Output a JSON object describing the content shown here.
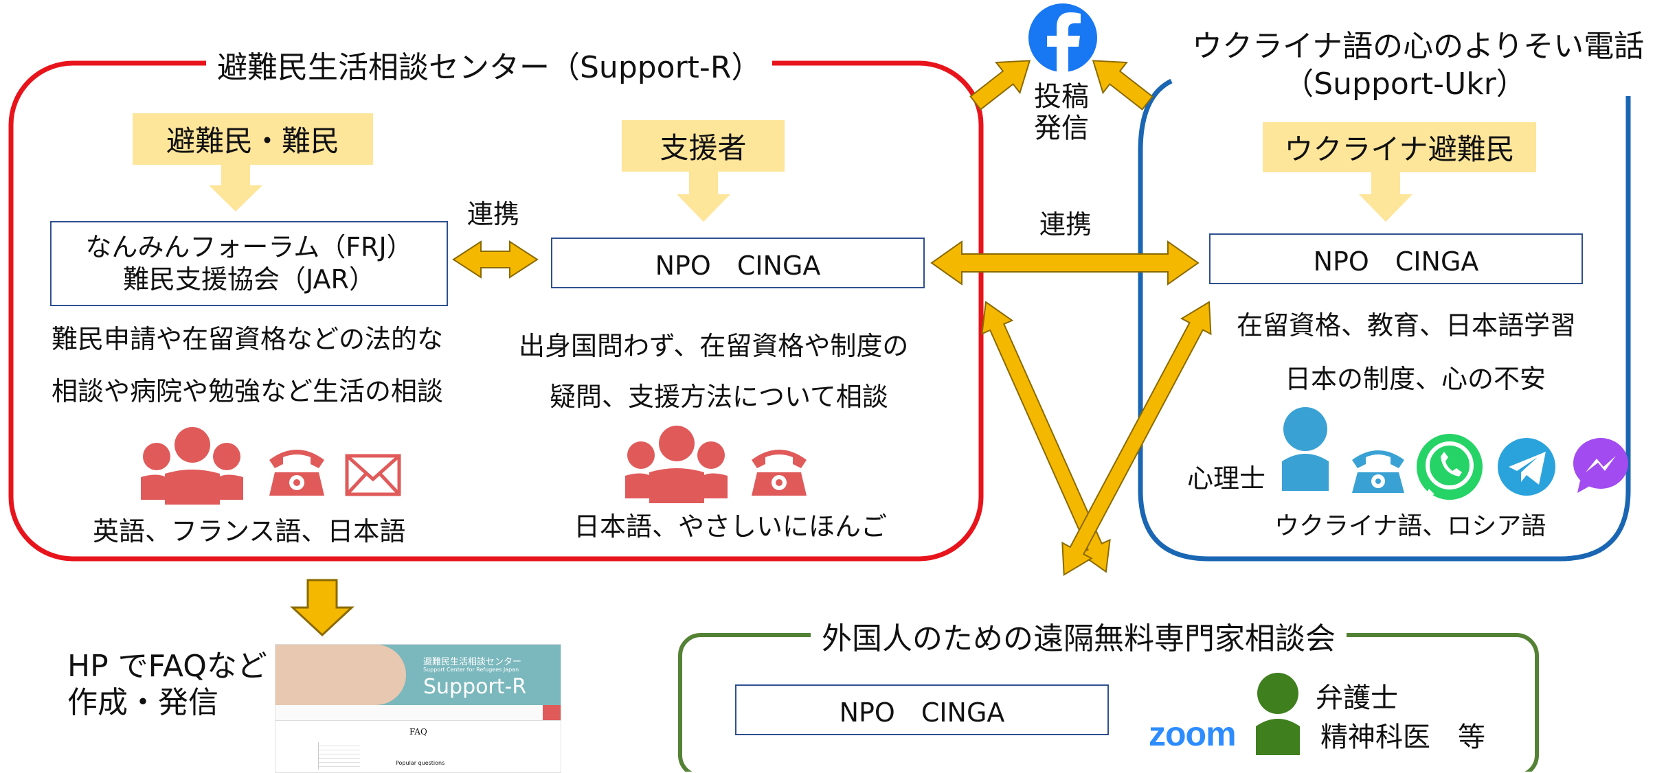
{
  "colors": {
    "support_r_border": "#e8141c",
    "support_ukr_border": "#1a66b3",
    "consult_border": "#548235",
    "tag_fill": "#fde59a",
    "arrow_fill": "#f5b800",
    "arrow_stroke": "#8a6a00",
    "person_red": "#e05a5a",
    "person_blue": "#3aa1d4",
    "person_green": "#3f7f1e",
    "facebook_blue": "#1877f2",
    "zoom_blue": "#2d8cff"
  },
  "support_r": {
    "title": "避難民生活相談センター（Support-R）",
    "refugee_tag": "避難民・難民",
    "supporter_tag": "支援者",
    "frj_box_line1": "なんみんフォーラム（FRJ）",
    "frj_box_line2": "難民支援協会（JAR）",
    "renkei_label": "連携",
    "cinga_box": "NPO　CINGA",
    "left_desc_line1": "難民申請や在留資格などの法的な",
    "left_desc_line2": "相談や病院や勉強など生活の相談",
    "right_desc_line1": "出身国問わず、在留資格や制度の",
    "right_desc_line2": "疑問、支援方法について相談",
    "left_languages": "英語、フランス語、日本語",
    "right_languages": "日本語、やさしいにほんご"
  },
  "facebook": {
    "post_line1": "投稿",
    "post_line2": "発信"
  },
  "support_ukr": {
    "title_line1": "ウクライナ語の心のよりそい電話",
    "title_line2": "（Support-Ukr）",
    "ukraine_tag": "ウクライナ避難民",
    "cinga_box": "NPO　CINGA",
    "desc_line1": "在留資格、教育、日本語学習",
    "desc_line2": "日本の制度、心の不安",
    "psychologist": "心理士",
    "languages": "ウクライナ語、ロシア語"
  },
  "middle_renkei_label": "連携",
  "hp": {
    "line1": "HP でFAQなど",
    "line2": "作成・発信",
    "thumb_title_jp": "避難民生活相談センター",
    "thumb_title_en": "Support Center for Refugees Japan",
    "thumb_brand": "Support-R",
    "thumb_faq": "FAQ",
    "thumb_popular": "Popular questions"
  },
  "consult": {
    "title": "外国人のための遠隔無料専門家相談会",
    "cinga_box": "NPO　CINGA",
    "zoom_logo": "zoom",
    "lawyer": "弁護士",
    "psychiatrist": "精神科医　等"
  }
}
